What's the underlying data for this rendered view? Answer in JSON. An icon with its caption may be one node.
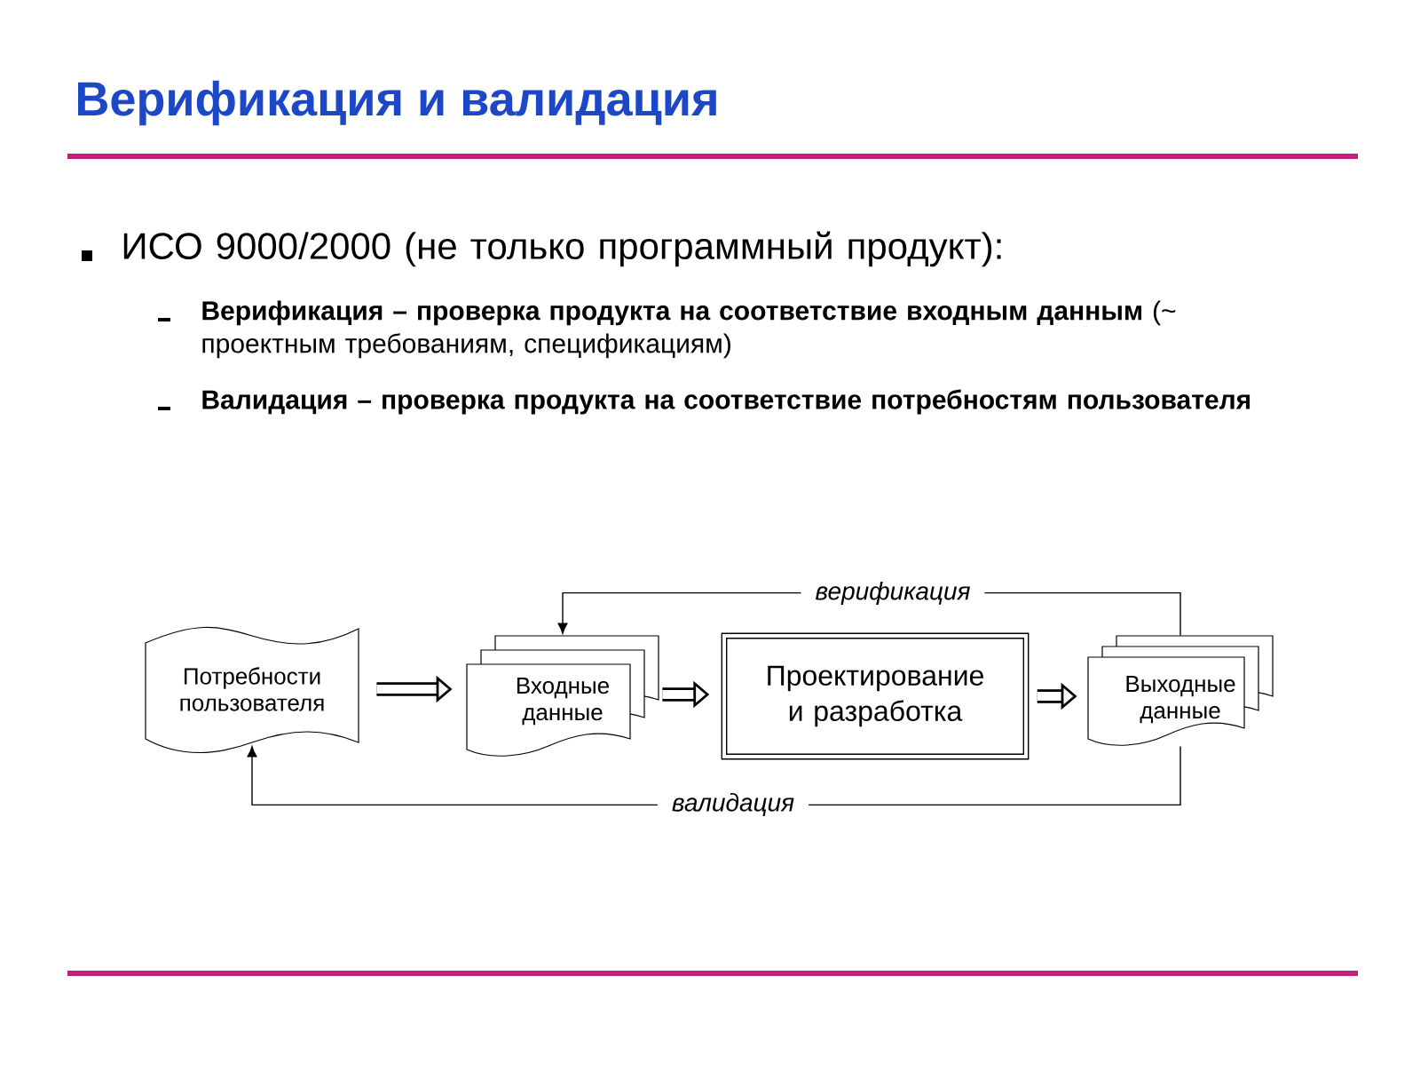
{
  "diagram": {
    "title": "Верификация и валидация",
    "nodes": [
      {
        "text": [
          "Потребности пользователя"
        ]
      },
      {
        "text": [
          "Входные данные"
        ]
      },
      {
        "text": [
          "Проектирование и разработка"
        ]
      },
      {
        "text": [
          "Выходные данные"
        ]
      }
    ],
    "edges": [
      {
        "from": 0,
        "to": 1,
        "arrow": "to"
      },
      {
        "from": 1,
        "to": 2,
        "arrow": "to"
      },
      {
        "from": 2,
        "to": 3,
        "arrow": "to"
      },
      {
        "from": 3,
        "to": 1,
        "arrow": "to",
        "label": "верификация"
      },
      {
        "from": 3,
        "to": 0,
        "arrow": "to",
        "label": "валидация"
      }
    ],
    "labels": [
      "ИСО 9000/2000 (не только программный продукт):",
      "**Верификация – проверка продукта на соответствие входным данным** (~ проектным требованиям, спецификациям)",
      "Валидация – проверка продукта на соответствие потребностям пользователя"
    ]
  }
}
